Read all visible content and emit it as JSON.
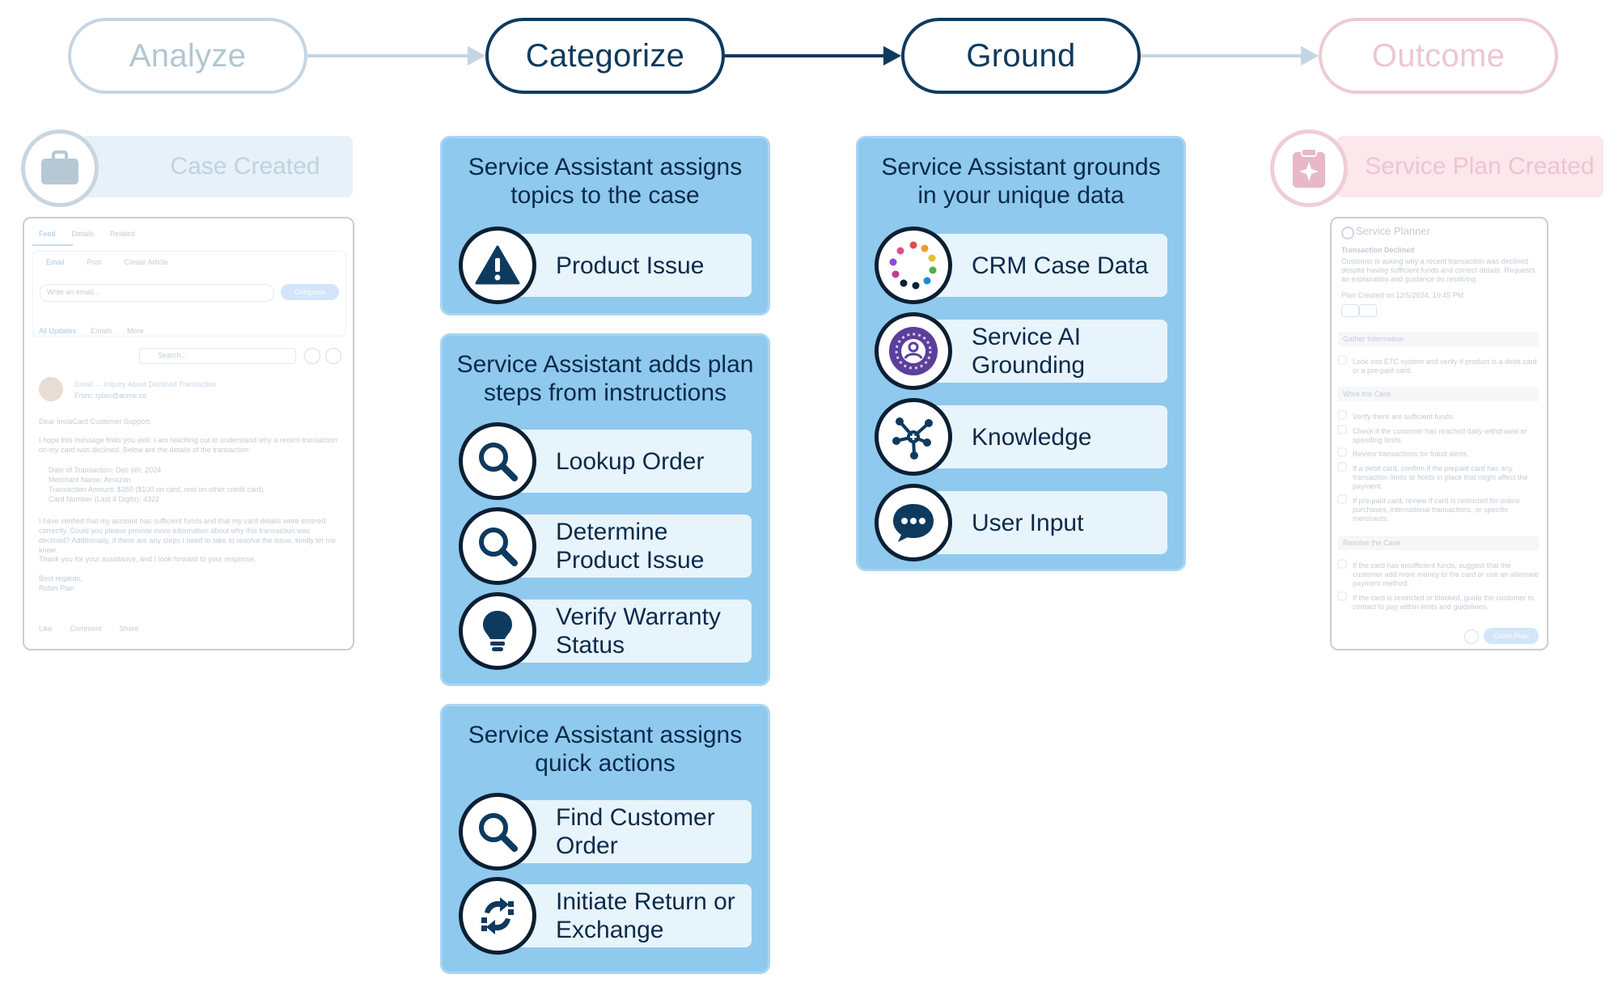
{
  "stages": {
    "analyze": "Analyze",
    "categorize": "Categorize",
    "ground": "Ground",
    "outcome": "Outcome"
  },
  "left_panel": {
    "header": "Case Created",
    "tabs": [
      "Feed",
      "Details",
      "Related"
    ],
    "subtabs": [
      "Email",
      "Post",
      "Create Article"
    ],
    "email_placeholder": "Write an email...",
    "compose": "Compose",
    "filters": [
      "All Updates",
      "Emails",
      "More"
    ],
    "search_placeholder": "Search...",
    "email_from": "Email → Inquiry About Declined Transaction",
    "email_addr": "From: rplan@acme.co",
    "greeting": "Dear InstaCard Customer Support,",
    "body1": "I hope this message finds you well. I am reaching out to understand why a recent transaction on my card was declined. Below are the details of the transaction:",
    "bullets": [
      "Date of Transaction: Dec 6th, 2024",
      "Merchant Name: Amazon",
      "Transaction Amount: $350 ($100 on card, rest on other credit card)",
      "Card Number (Last 4 Digits): 4322"
    ],
    "body2": "I have verified that my account has sufficient funds and that my card details were entered correctly. Could you please provide more information about why this transaction was declined? Additionally, if there are any steps I need to take to resolve the issue, kindly let me know.",
    "body3": "Thank you for your assistance, and I look forward to your response.",
    "signoff": "Best regards,",
    "name": "Robin Plan",
    "actions": [
      "Like",
      "Comment",
      "Share"
    ]
  },
  "categorize_cards": [
    {
      "title": "Service Assistant assigns topics to the case",
      "items": [
        {
          "label": "Product Issue",
          "icon": "warning-icon"
        }
      ]
    },
    {
      "title": "Service Assistant adds plan steps from instructions",
      "items": [
        {
          "label": "Lookup Order",
          "icon": "search-icon"
        },
        {
          "label": "Determine Product Issue",
          "icon": "search-icon"
        },
        {
          "label": "Verify Warranty Status",
          "icon": "lightbulb-icon"
        }
      ]
    },
    {
      "title": "Service Assistant assigns quick actions",
      "items": [
        {
          "label": "Find Customer Order",
          "icon": "search-icon"
        },
        {
          "label": "Initiate Return or Exchange",
          "icon": "exchange-icon"
        }
      ]
    }
  ],
  "ground_card": {
    "title": "Service Assistant grounds in your unique data",
    "items": [
      {
        "label": "CRM Case Data",
        "icon": "dotted-ring-icon"
      },
      {
        "label": "Service AI Grounding",
        "icon": "ai-grounding-icon"
      },
      {
        "label": "Knowledge",
        "icon": "knowledge-network-icon"
      },
      {
        "label": "User Input",
        "icon": "chat-bubble-icon"
      }
    ]
  },
  "right_panel": {
    "header": "Service Plan Created",
    "planner_title": "Service Planner",
    "plan_heading": "Transaction Declined",
    "plan_desc": "Customer is asking why a recent transaction was declined despite having sufficient funds and correct details. Requests an explanation and guidance on resolving.",
    "plan_date": "Plan Created on 12/5/2024, 10:45 PM",
    "sections": [
      {
        "name": "Gather Information",
        "steps": [
          "Look into ETC system and verify if product is a debit card or a pre-paid card."
        ]
      },
      {
        "name": "Work the Case",
        "steps": [
          "Verify there are sufficient funds.",
          "Check if the customer has reached daily withdrawal or spending limits.",
          "Review transactions for fraud alerts.",
          "If a debit card, confirm if the prepaid card has any transaction limits or holds in place that might affect the payment.",
          "If pre-paid card, review if card is restricted for online purchases, international transactions, or specific merchants."
        ]
      },
      {
        "name": "Resolve the Case",
        "steps": [
          "If the card has insufficient funds, suggest that the customer add more money to the card or use an alternate payment method.",
          "If the card is restricted or blocked, guide the customer to contact to pay within limits and guidelines."
        ]
      }
    ],
    "close": "Close Plan"
  },
  "colors": {
    "navy": "#0e3a5e",
    "card_blue": "#8fc9ee",
    "item_bg": "#e8f4fc",
    "faded_blue": "#c5d6e3",
    "faded_pink": "#eccbd4"
  }
}
